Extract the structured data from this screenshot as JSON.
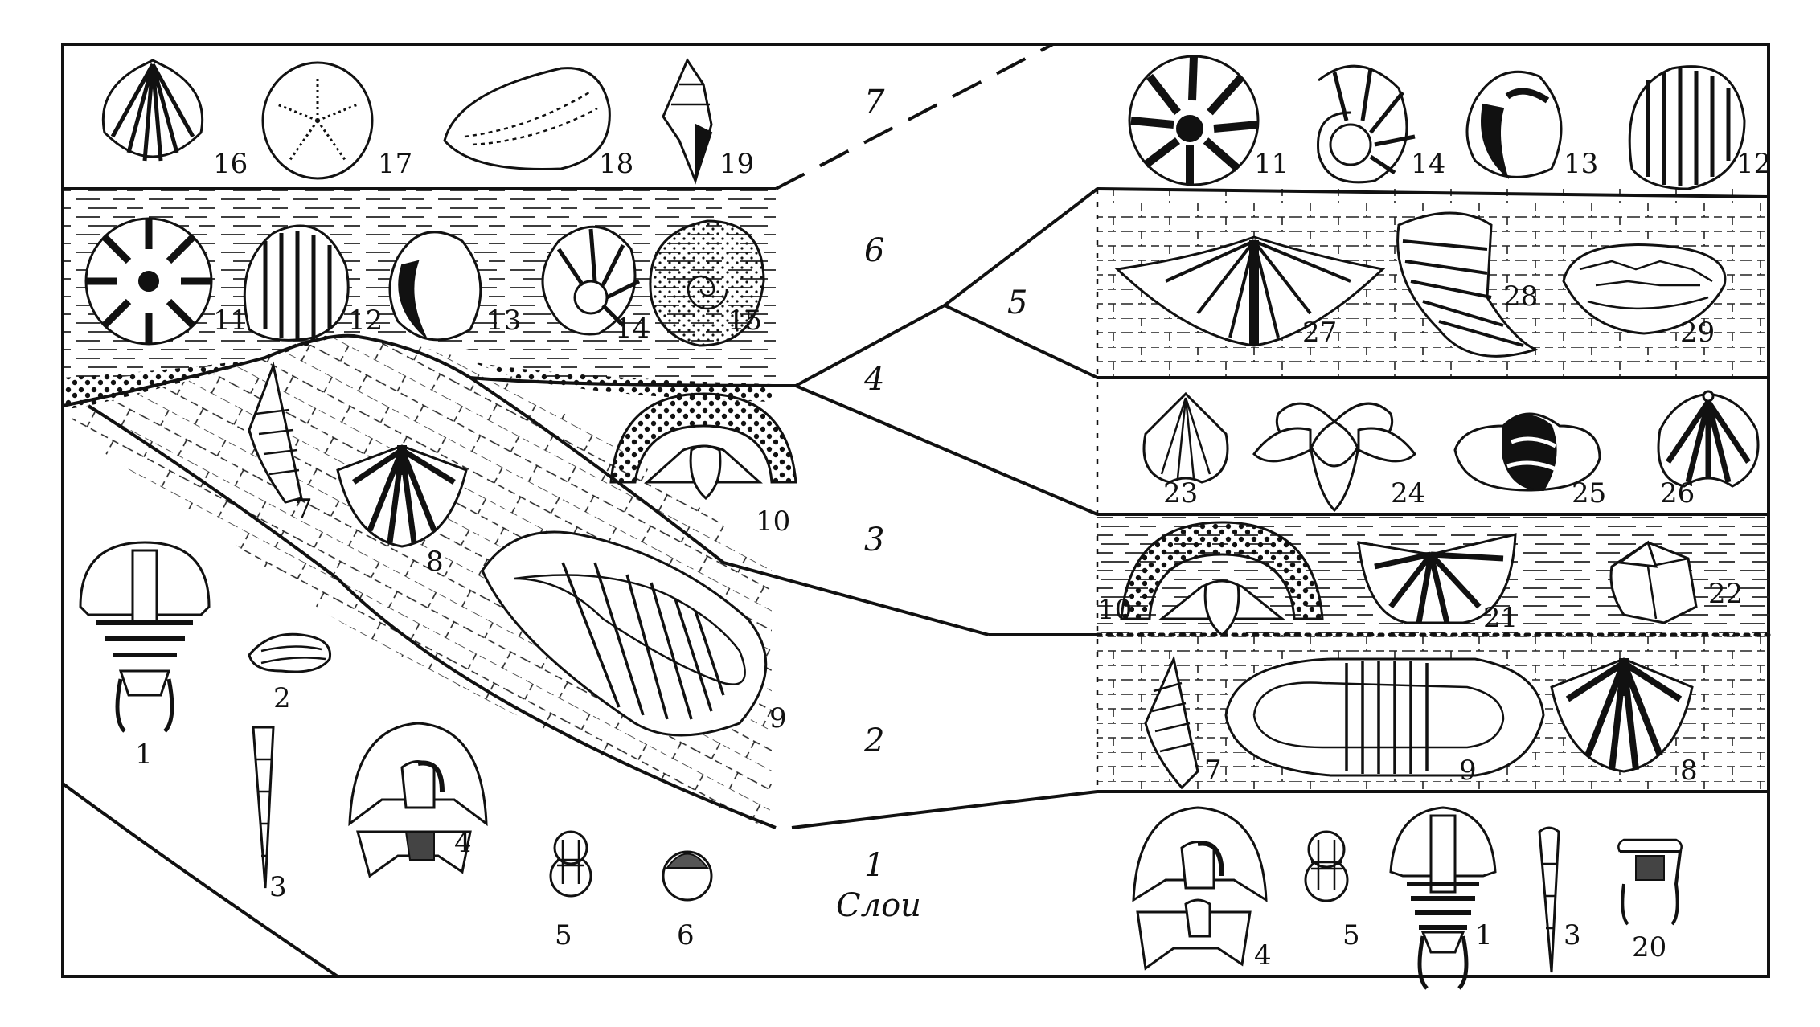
{
  "diagram": {
    "caption": "Слои",
    "layer_numbers": [
      "1",
      "2",
      "3",
      "4",
      "5",
      "6",
      "7"
    ],
    "fossil_numbers": [
      "1",
      "2",
      "3",
      "4",
      "5",
      "6",
      "7",
      "8",
      "9",
      "10",
      "11",
      "12",
      "13",
      "14",
      "15",
      "16",
      "17",
      "18",
      "19",
      "20",
      "21",
      "22",
      "23",
      "24",
      "25",
      "26",
      "27",
      "28",
      "29"
    ],
    "left_block": {
      "top_row": [
        "16",
        "17",
        "18",
        "19"
      ],
      "layer6_row": [
        "11",
        "12",
        "13",
        "14",
        "15"
      ],
      "slope": [
        "7",
        "8",
        "10",
        "9"
      ],
      "bottom": [
        "1",
        "2",
        "3",
        "4",
        "5",
        "6"
      ]
    },
    "right_block": {
      "top_row": [
        "11",
        "14",
        "13",
        "12"
      ],
      "layer5_row": [
        "27",
        "28",
        "29"
      ],
      "layer4_row": [
        "23",
        "24",
        "25",
        "26"
      ],
      "layer3_row": [
        "10",
        "21",
        "22"
      ],
      "layer2_row": [
        "7",
        "9",
        "8"
      ],
      "bottom_row": [
        "4",
        "5",
        "1",
        "3",
        "20"
      ]
    }
  }
}
